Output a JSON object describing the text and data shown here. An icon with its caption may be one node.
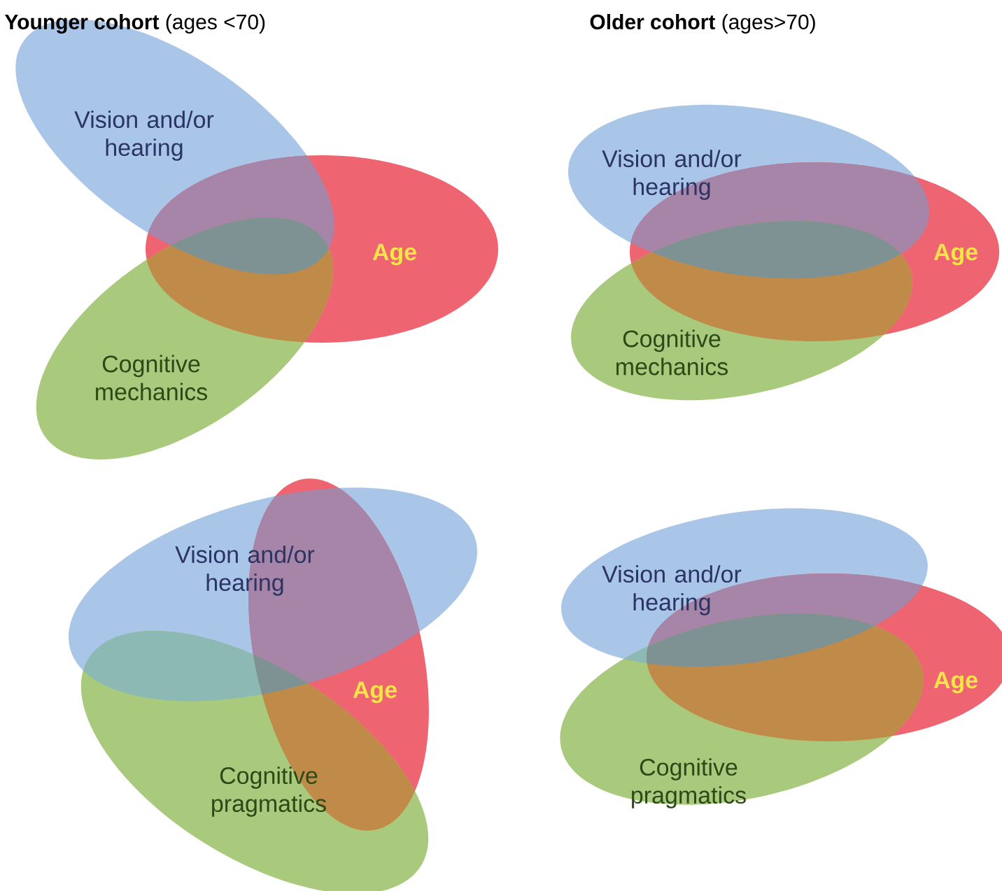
{
  "diagram": {
    "nodes": [
      {
        "text": [
          "Vision and/or hearing"
        ]
      },
      {
        "text": [
          "Age"
        ]
      },
      {
        "text": [
          "Cognitive mechanics"
        ]
      },
      {
        "text": [
          "Vision and/or hearing"
        ]
      },
      {
        "text": [
          "Age"
        ]
      },
      {
        "text": [
          "Cognitive mechanics"
        ]
      },
      {
        "text": [
          "Vision and/or hearing"
        ]
      },
      {
        "text": [
          "Age"
        ]
      },
      {
        "text": [
          "Cognitive pragmatics"
        ]
      },
      {
        "text": [
          "Vision and/or hearing"
        ]
      },
      {
        "text": [
          "Age"
        ]
      },
      {
        "text": [
          "Cognitive pragmatics"
        ]
      }
    ],
    "edges": [],
    "labels": [
      "**Younger cohort** (ages <70)",
      "**Older cohort** (ages>70)"
    ]
  }
}
